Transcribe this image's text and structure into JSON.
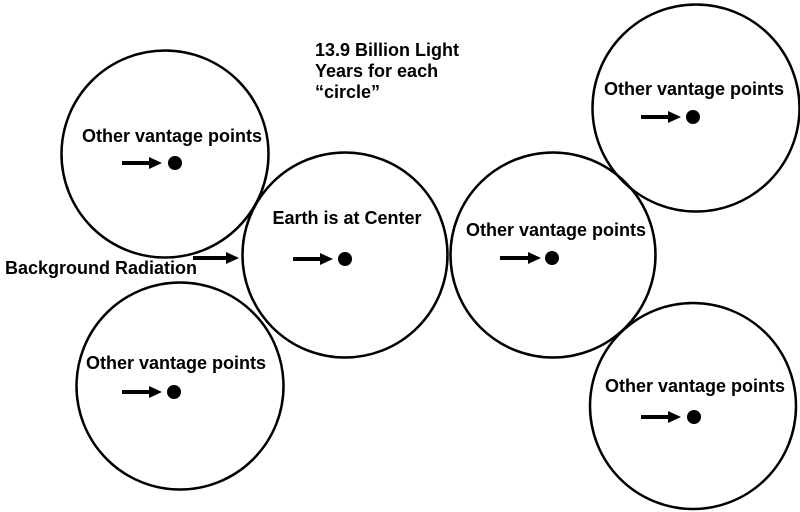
{
  "title": {
    "line1": "13.9 Billion Light",
    "line2": "Years for each",
    "line3": "“circle”"
  },
  "annotation": {
    "background_radiation": "Background Radiation"
  },
  "circles": [
    {
      "position": "top-left",
      "label": "Other vantage points"
    },
    {
      "position": "center",
      "label": "Earth is at Center"
    },
    {
      "position": "middle-right",
      "label": "Other vantage points"
    },
    {
      "position": "top-right",
      "label": "Other vantage points"
    },
    {
      "position": "bottom-left",
      "label": "Other vantage points"
    },
    {
      "position": "bottom-right",
      "label": "Other vantage points"
    }
  ],
  "colors": {
    "ink": "#000000",
    "background": "#ffffff"
  }
}
